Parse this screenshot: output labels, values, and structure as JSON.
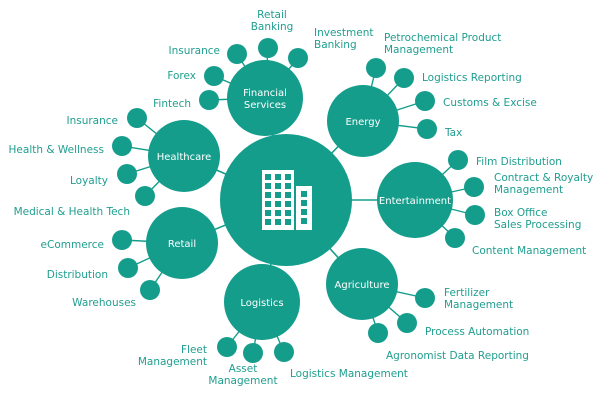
{
  "colors": {
    "primary": "#159d8c",
    "text": "#1f9e8f",
    "background": "#ffffff"
  },
  "center": {
    "icon": "office-buildings-icon"
  },
  "hubs": [
    {
      "id": "financial",
      "label_lines": [
        "Financial",
        "Services"
      ],
      "leaves": [
        {
          "lines": [
            "Insurance"
          ]
        },
        {
          "lines": [
            "Retail",
            "Banking"
          ]
        },
        {
          "lines": [
            "Investment",
            "Banking"
          ]
        },
        {
          "lines": [
            "Forex"
          ]
        },
        {
          "lines": [
            "Fintech"
          ]
        }
      ]
    },
    {
      "id": "energy",
      "label_lines": [
        "Energy"
      ],
      "leaves": [
        {
          "lines": [
            "Petrochemical Product",
            "Management"
          ]
        },
        {
          "lines": [
            "Logistics Reporting"
          ]
        },
        {
          "lines": [
            "Customs & Excise"
          ]
        },
        {
          "lines": [
            "Tax"
          ]
        }
      ]
    },
    {
      "id": "entertainment",
      "label_lines": [
        "Entertainment"
      ],
      "leaves": [
        {
          "lines": [
            "Film Distribution"
          ]
        },
        {
          "lines": [
            "Contract & Royalty",
            "Management"
          ]
        },
        {
          "lines": [
            "Box Office",
            "Sales Processing"
          ]
        },
        {
          "lines": [
            "Content Management"
          ]
        }
      ]
    },
    {
      "id": "agriculture",
      "label_lines": [
        "Agriculture"
      ],
      "leaves": [
        {
          "lines": [
            "Fertilizer",
            "Management"
          ]
        },
        {
          "lines": [
            "Process Automation"
          ]
        },
        {
          "lines": [
            "Agronomist Data Reporting"
          ]
        }
      ]
    },
    {
      "id": "logistics",
      "label_lines": [
        "Logistics"
      ],
      "leaves": [
        {
          "lines": [
            "Fleet",
            "Management"
          ]
        },
        {
          "lines": [
            "Asset",
            "Management"
          ]
        },
        {
          "lines": [
            "Logistics Management"
          ]
        }
      ]
    },
    {
      "id": "retail",
      "label_lines": [
        "Retail"
      ],
      "leaves": [
        {
          "lines": [
            "eCommerce"
          ]
        },
        {
          "lines": [
            "Distribution"
          ]
        },
        {
          "lines": [
            "Warehouses"
          ]
        }
      ]
    },
    {
      "id": "healthcare",
      "label_lines": [
        "Healthcare"
      ],
      "leaves": [
        {
          "lines": [
            "Insurance"
          ]
        },
        {
          "lines": [
            "Health & Wellness"
          ]
        },
        {
          "lines": [
            "Loyalty"
          ]
        },
        {
          "lines": [
            "Medical & Health Tech"
          ]
        }
      ]
    }
  ]
}
